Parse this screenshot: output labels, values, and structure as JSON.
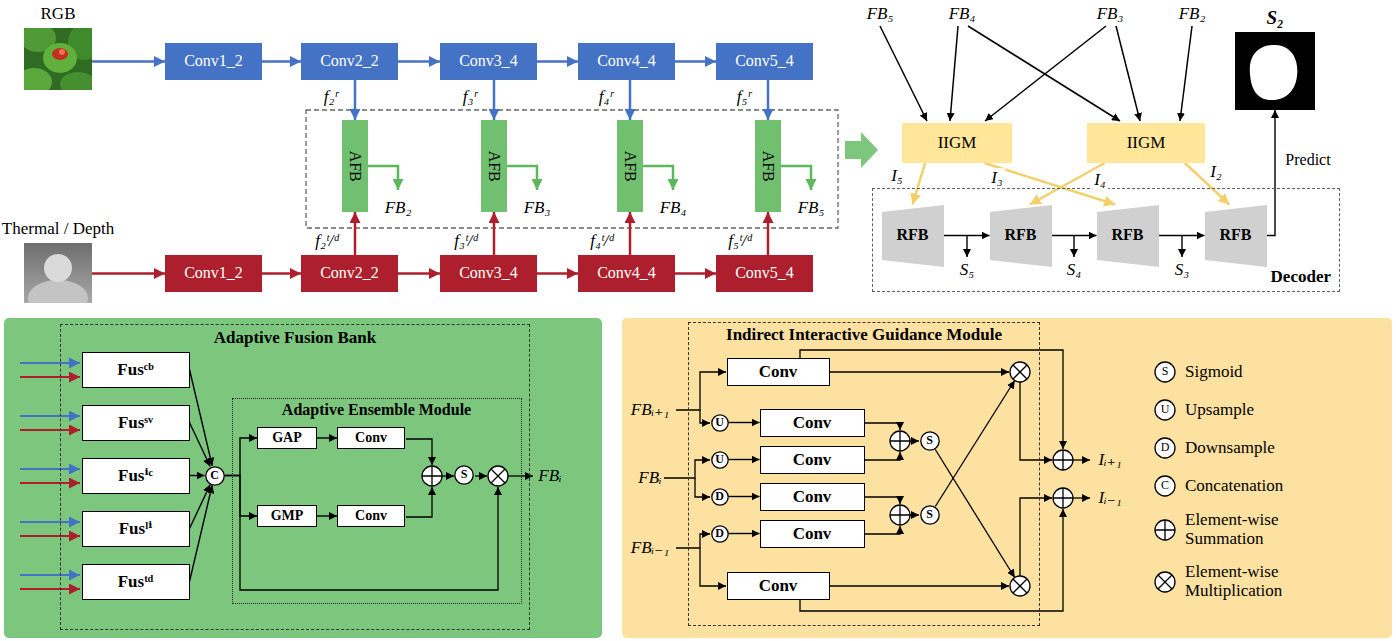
{
  "diagram": {
    "nodes": [
      {
        "text": [
          "RGB"
        ]
      },
      {
        "text": [
          "Conv1_2"
        ]
      },
      {
        "text": [
          "Conv2_2"
        ]
      },
      {
        "text": [
          "Conv3_4"
        ]
      },
      {
        "text": [
          "Conv4_4"
        ]
      },
      {
        "text": [
          "Conv5_4"
        ]
      },
      {
        "text": [
          "AFB"
        ]
      },
      {
        "text": [
          "AFB"
        ]
      },
      {
        "text": [
          "AFB"
        ]
      },
      {
        "text": [
          "AFB"
        ]
      },
      {
        "text": [
          "Thermal / Depth"
        ]
      },
      {
        "text": [
          "Conv1_2"
        ]
      },
      {
        "text": [
          "Conv2_2"
        ]
      },
      {
        "text": [
          "Conv3_4"
        ]
      },
      {
        "text": [
          "Conv4_4"
        ]
      },
      {
        "text": [
          "Conv5_4"
        ]
      },
      {
        "text": [
          "IIGM"
        ]
      },
      {
        "text": [
          "IIGM"
        ]
      },
      {
        "text": [
          "Decoder"
        ]
      },
      {
        "text": [
          "RFB"
        ],
        "in": 18
      },
      {
        "text": [
          "RFB"
        ],
        "in": 18
      },
      {
        "text": [
          "RFB"
        ],
        "in": 18
      },
      {
        "text": [
          "RFB"
        ],
        "in": 18
      },
      {
        "text": [
          "S₂"
        ]
      },
      {
        "text": [
          "Adaptive Fusion Bank"
        ]
      },
      {
        "text": [
          "Fusᶜᵇ"
        ],
        "in": 24
      },
      {
        "text": [
          "Fusˢᵛ"
        ],
        "in": 24
      },
      {
        "text": [
          "Fusⁱᶜ"
        ],
        "in": 24
      },
      {
        "text": [
          "Fusˡⁱ"
        ],
        "in": 24
      },
      {
        "text": [
          "Fusᵗᵈ"
        ],
        "in": 24
      },
      {
        "text": [
          "C"
        ],
        "in": 24
      },
      {
        "text": [
          "Adaptive Ensemble Module"
        ],
        "in": 24
      },
      {
        "text": [
          "GAP"
        ],
        "in": 31
      },
      {
        "text": [
          "Conv"
        ],
        "in": 31
      },
      {
        "text": [
          "GMP"
        ],
        "in": 31
      },
      {
        "text": [
          "Conv"
        ],
        "in": 31
      },
      {
        "text": [
          "S"
        ],
        "in": 31
      },
      {
        "text": [
          "Indirect Interactive Guidance Module"
        ]
      },
      {
        "text": [
          "Conv"
        ],
        "in": 37
      },
      {
        "text": [
          "U"
        ],
        "in": 37
      },
      {
        "text": [
          "Conv"
        ],
        "in": 37
      },
      {
        "text": [
          "U"
        ],
        "in": 37
      },
      {
        "text": [
          "Conv"
        ],
        "in": 37
      },
      {
        "text": [
          "D"
        ],
        "in": 37
      },
      {
        "text": [
          "Conv"
        ],
        "in": 37
      },
      {
        "text": [
          "D"
        ],
        "in": 37
      },
      {
        "text": [
          "Conv"
        ],
        "in": 37
      },
      {
        "text": [
          "Conv"
        ],
        "in": 37
      },
      {
        "text": [
          "S"
        ],
        "in": 37
      },
      {
        "text": [
          "S"
        ],
        "in": 37
      }
    ],
    "edges": [
      {
        "from": 0,
        "to": 1,
        "arrow": "to"
      },
      {
        "from": 1,
        "to": 2,
        "arrow": "to"
      },
      {
        "from": 2,
        "to": 3,
        "arrow": "to"
      },
      {
        "from": 3,
        "to": 4,
        "arrow": "to"
      },
      {
        "from": 4,
        "to": 5,
        "arrow": "to"
      },
      {
        "from": 2,
        "to": 6,
        "arrow": "to"
      },
      {
        "from": 3,
        "to": 7,
        "arrow": "to"
      },
      {
        "from": 4,
        "to": 8,
        "arrow": "to"
      },
      {
        "from": 5,
        "to": 9,
        "arrow": "to"
      },
      {
        "from": 10,
        "to": 11,
        "arrow": "to"
      },
      {
        "from": 11,
        "to": 12,
        "arrow": "to"
      },
      {
        "from": 12,
        "to": 13,
        "arrow": "to"
      },
      {
        "from": 13,
        "to": 14,
        "arrow": "to"
      },
      {
        "from": 14,
        "to": 15,
        "arrow": "to"
      },
      {
        "from": 12,
        "to": 6,
        "arrow": "to"
      },
      {
        "from": 13,
        "to": 7,
        "arrow": "to"
      },
      {
        "from": 14,
        "to": 8,
        "arrow": "to"
      },
      {
        "from": 15,
        "to": 9,
        "arrow": "to"
      },
      {
        "from": 16,
        "to": 19,
        "arrow": "to",
        "label": "I₅"
      },
      {
        "from": 16,
        "to": 21,
        "arrow": "to",
        "label": "I₃"
      },
      {
        "from": 17,
        "to": 20,
        "arrow": "to",
        "label": "I₄"
      },
      {
        "from": 17,
        "to": 22,
        "arrow": "to",
        "label": "I₂"
      },
      {
        "from": 19,
        "to": 20,
        "arrow": "to"
      },
      {
        "from": 20,
        "to": 21,
        "arrow": "to"
      },
      {
        "from": 21,
        "to": 22,
        "arrow": "to"
      },
      {
        "from": 22,
        "to": 23,
        "arrow": "to",
        "label": "Predict"
      },
      {
        "from": 25,
        "to": 30,
        "arrow": "to"
      },
      {
        "from": 26,
        "to": 30,
        "arrow": "to"
      },
      {
        "from": 27,
        "to": 30,
        "arrow": "to"
      },
      {
        "from": 28,
        "to": 30,
        "arrow": "to"
      },
      {
        "from": 29,
        "to": 30,
        "arrow": "to"
      },
      {
        "from": 30,
        "to": 32,
        "arrow": "to"
      },
      {
        "from": 30,
        "to": 34,
        "arrow": "to"
      },
      {
        "from": 32,
        "to": 33,
        "arrow": "to"
      },
      {
        "from": 34,
        "to": 35,
        "arrow": "to"
      },
      {
        "from": 39,
        "to": 40,
        "arrow": "to"
      },
      {
        "from": 41,
        "to": 42,
        "arrow": "to"
      },
      {
        "from": 43,
        "to": 44,
        "arrow": "to"
      },
      {
        "from": 45,
        "to": 46,
        "arrow": "to"
      }
    ],
    "labels": [
      "f₂ʳ",
      "f₃ʳ",
      "f₄ʳ",
      "f₅ʳ",
      "f₂ᵗ/ᵈ",
      "f₃ᵗ/ᵈ",
      "f₄ᵗ/ᵈ",
      "f₅ᵗ/ᵈ",
      "FB₂",
      "FB₃",
      "FB₄",
      "FB₅",
      "FB₅",
      "FB₄",
      "FB₃",
      "FB₂",
      "S₅",
      "S₄",
      "S₃",
      "FBᵢ",
      "FBᵢ₊₁",
      "FBᵢ",
      "FBᵢ₋₁",
      "Iᵢ₊₁",
      "Iᵢ₋₁",
      "S",
      "U",
      "D",
      "C"
    ],
    "legend": [
      {
        "text": "Sigmoid"
      },
      {
        "text": "Upsample"
      },
      {
        "text": "Downsample"
      },
      {
        "text": "Concatenation"
      },
      {
        "text": "Element-wise Summation"
      },
      {
        "text": "Element-wise Multiplication"
      }
    ]
  }
}
